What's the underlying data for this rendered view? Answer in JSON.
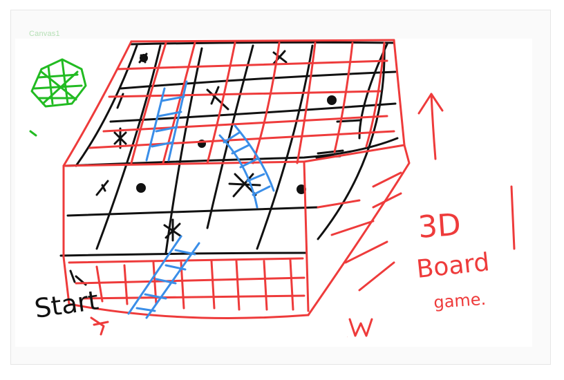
{
  "canvas": {
    "label": "Canvas1"
  },
  "sketch": {
    "start_label": "Start",
    "title_line1": "3D",
    "title_line2": "Board",
    "title_line3": "game.",
    "stray_mark": "W"
  },
  "colors": {
    "grid": "#111111",
    "board_edges": "#ee3b3b",
    "ladders": "#3a8ee8",
    "hex_die": "#22bb22",
    "caption": "#ee3b3b"
  }
}
